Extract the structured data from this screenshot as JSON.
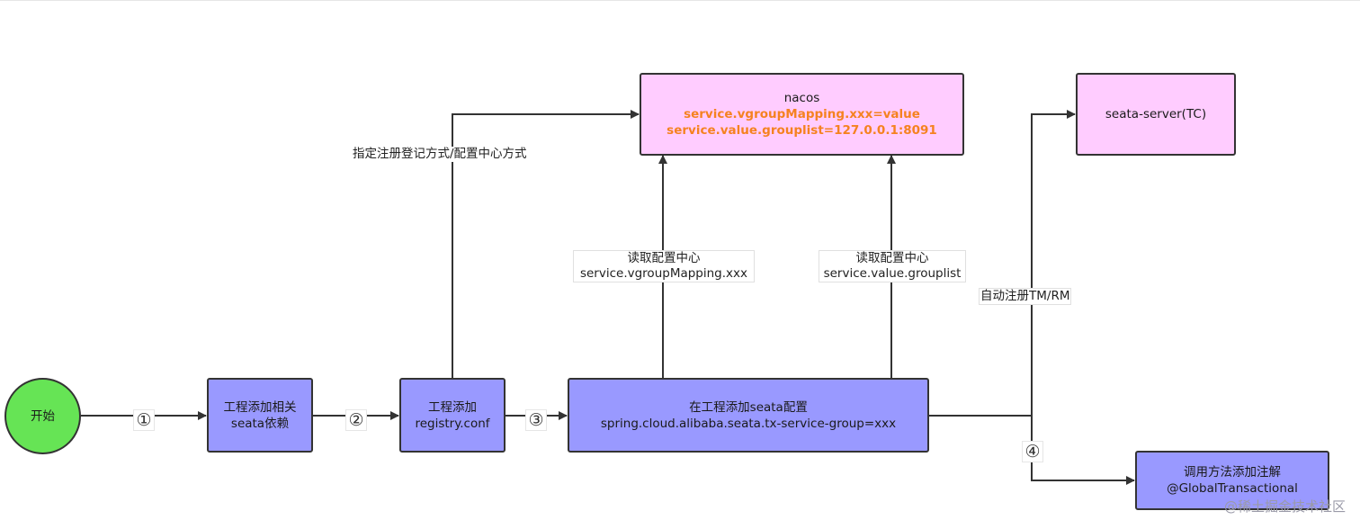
{
  "nodes": {
    "start": "开始",
    "add_dep": [
      "工程添加相关",
      "seata依赖"
    ],
    "add_registry": [
      "工程添加",
      "registry.conf"
    ],
    "add_config": [
      "在工程添加seata配置",
      "spring.cloud.alibaba.seata.tx-service-group=xxx"
    ],
    "nacos": {
      "title": "nacos",
      "lines": [
        "service.vgroupMapping.xxx=value",
        "service.value.grouplist=127.0.0.1:8091"
      ]
    },
    "seata_server": "seata-server(TC)",
    "add_annotation": [
      "调用方法添加注解",
      "@GlobalTransactional"
    ]
  },
  "edge_labels": {
    "registry_to_nacos": "指定注册登记方式/配置中心方式",
    "read_vgroup": [
      "读取配置中心",
      "service.vgroupMapping.xxx"
    ],
    "read_grouplist": [
      "读取配置中心",
      "service.value.grouplist"
    ],
    "auto_register": "自动注册TM/RM"
  },
  "steps": [
    "①",
    "②",
    "③",
    "④"
  ],
  "watermark": "@稀土掘金技术社区",
  "colors": {
    "start_fill": "#66e455",
    "process_fill": "#9999ff",
    "target_fill": "#ffccff",
    "highlight_text": "#f58220",
    "line": "#333333"
  }
}
